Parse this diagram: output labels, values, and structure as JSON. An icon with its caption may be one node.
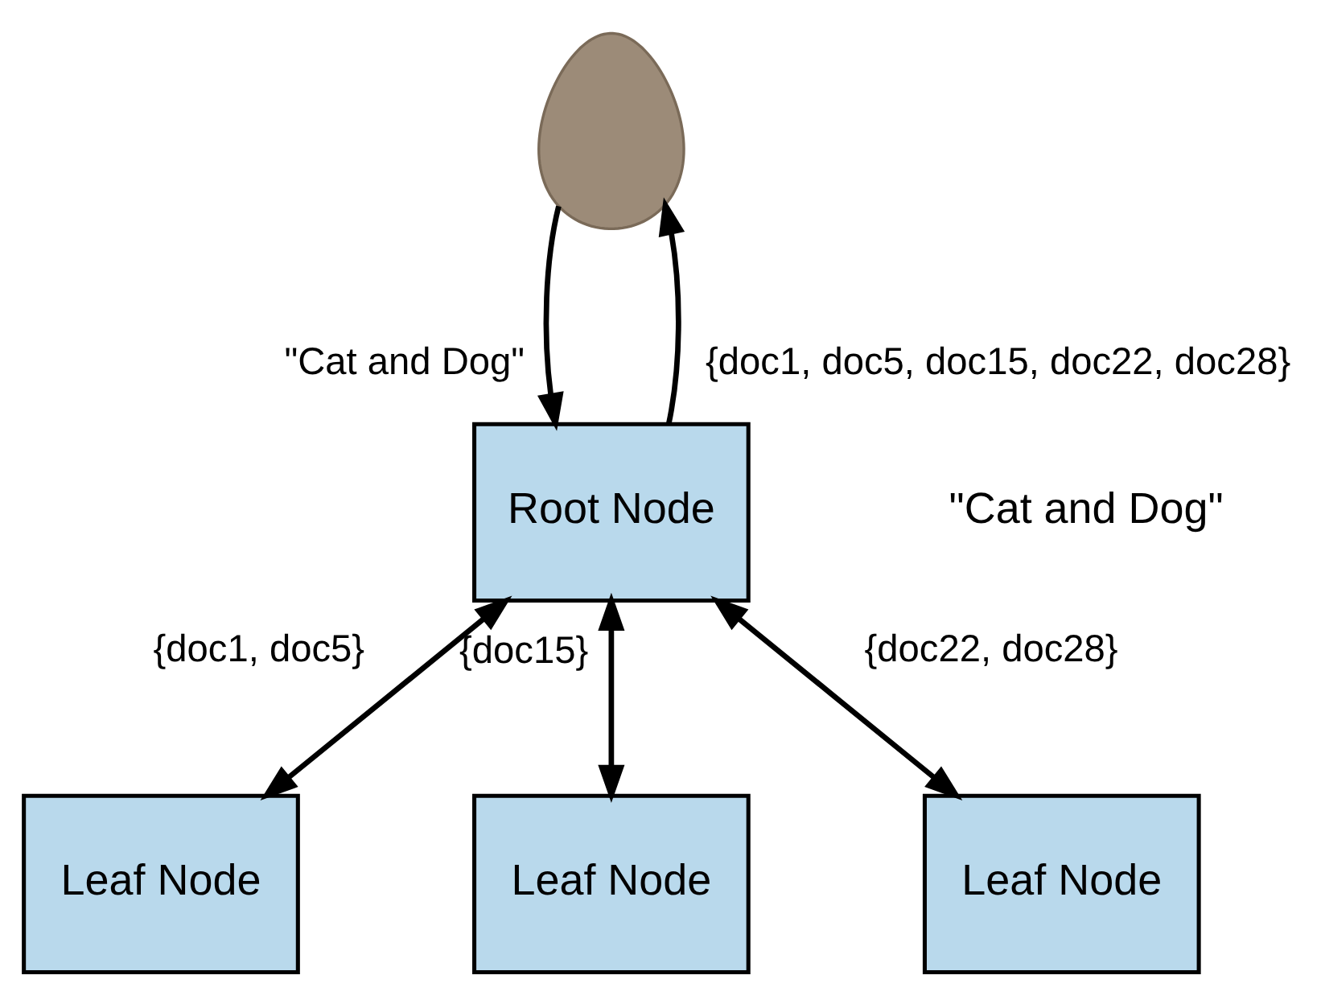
{
  "diagram": {
    "nodes": [
      {
        "text": [],
        "shape": "person"
      },
      {
        "text": [
          "Root Node"
        ]
      },
      {
        "text": [
          "Leaf Node"
        ]
      },
      {
        "text": [
          "Leaf Node"
        ]
      },
      {
        "text": [
          "Leaf Node"
        ]
      }
    ],
    "edges": [
      {
        "from": 0,
        "to": 1,
        "arrow": "to",
        "label": "\"Cat and Dog\""
      },
      {
        "from": 1,
        "to": 0,
        "arrow": "to",
        "label": "{doc1, doc5, doc15, doc22, doc28}"
      },
      {
        "from": 1,
        "to": 2,
        "arrow": "both",
        "label": "{doc1, doc5}"
      },
      {
        "from": 1,
        "to": 3,
        "arrow": "both",
        "label": "{doc15}"
      },
      {
        "from": 1,
        "to": 4,
        "arrow": "both",
        "label": "{doc22, doc28}"
      }
    ],
    "labels": [
      "\"Cat and Dog\""
    ]
  }
}
